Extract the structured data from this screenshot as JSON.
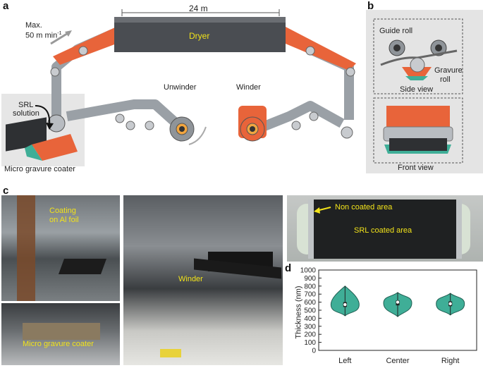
{
  "panels": {
    "a": "a",
    "b": "b",
    "c": "c",
    "d": "d"
  },
  "panel_a": {
    "length": "24 m",
    "speed_line1": "Max.",
    "speed_line2": "50 m min",
    "speed_sup": "-1",
    "dryer": "Dryer",
    "unwinder": "Unwinder",
    "winder": "Winder",
    "srl_line1": "SRL",
    "srl_line2": "solution",
    "coater": "Micro gravure coater"
  },
  "panel_b": {
    "guide_roll": "Guide roll",
    "gravure_line1": "Gravure",
    "gravure_line2": "roll",
    "side_view": "Side view",
    "front_view": "Front view"
  },
  "panel_c": {
    "coating_line1": "Coating",
    "coating_line2": "on Al foil",
    "coater_photo": "Micro gravure coater",
    "winder_photo": "Winder",
    "non_coated": "Non coated area",
    "srl_coated": "SRL coated area"
  },
  "colors": {
    "film": "#e8643a",
    "roll_gray": "#9aa0a6",
    "violin": "#3fae97",
    "yellow_text": "#f2e31a"
  },
  "chart_data": {
    "type": "violin",
    "title": "",
    "xlabel": "",
    "ylabel": "Thickness (nm)",
    "ylim": [
      0,
      1000
    ],
    "yticks": [
      0,
      100,
      200,
      300,
      400,
      500,
      600,
      700,
      800,
      900,
      1000
    ],
    "categories": [
      "Left",
      "Center",
      "Right"
    ],
    "series": [
      {
        "category": "Left",
        "min": 430,
        "q1": 540,
        "median": 570,
        "q3": 600,
        "max": 800
      },
      {
        "category": "Center",
        "min": 420,
        "q1": 560,
        "median": 600,
        "q3": 620,
        "max": 720
      },
      {
        "category": "Right",
        "min": 440,
        "q1": 550,
        "median": 580,
        "q3": 610,
        "max": 710
      }
    ],
    "grid": false,
    "legend": "none"
  }
}
